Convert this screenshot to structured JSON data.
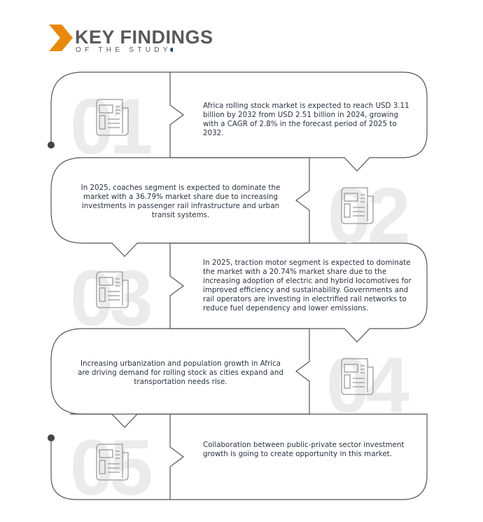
{
  "header": {
    "title": "KEY FINDINGS",
    "subtitle": "OF THE STUDY",
    "accent_color": "#e8890c"
  },
  "findings": [
    {
      "number": "01",
      "icon": "newspaper-icon",
      "text": "Africa rolling stock market is expected to reach USD 3.11 billion by 2032 from USD 2.51 billion in 2024, growing with a CAGR of 2.8% in the forecast period of 2025 to 2032."
    },
    {
      "number": "02",
      "icon": "newspaper-icon",
      "text": "In 2025, coaches segment is expected to dominate the market with a 36.79% market share due to increasing investments in passenger rail infrastructure and urban transit systems."
    },
    {
      "number": "03",
      "icon": "newspaper-icon",
      "text": "In 2025, traction motor segment is expected to dominate the market with a 20.74% market share due to the increasing adoption of electric and hybrid locomotives for improved efficiency and sustainability. Governments and rail operators are investing in electrified rail networks to reduce fuel dependency and lower emissions."
    },
    {
      "number": "04",
      "icon": "newspaper-icon",
      "text": "Increasing urbanization and population growth in Africa are driving demand for rolling stock as cities expand and transportation needs rise."
    },
    {
      "number": "05",
      "icon": "newspaper-icon",
      "text": "Collaboration between public-private sector investment growth is going to create opportunity in this market."
    }
  ]
}
